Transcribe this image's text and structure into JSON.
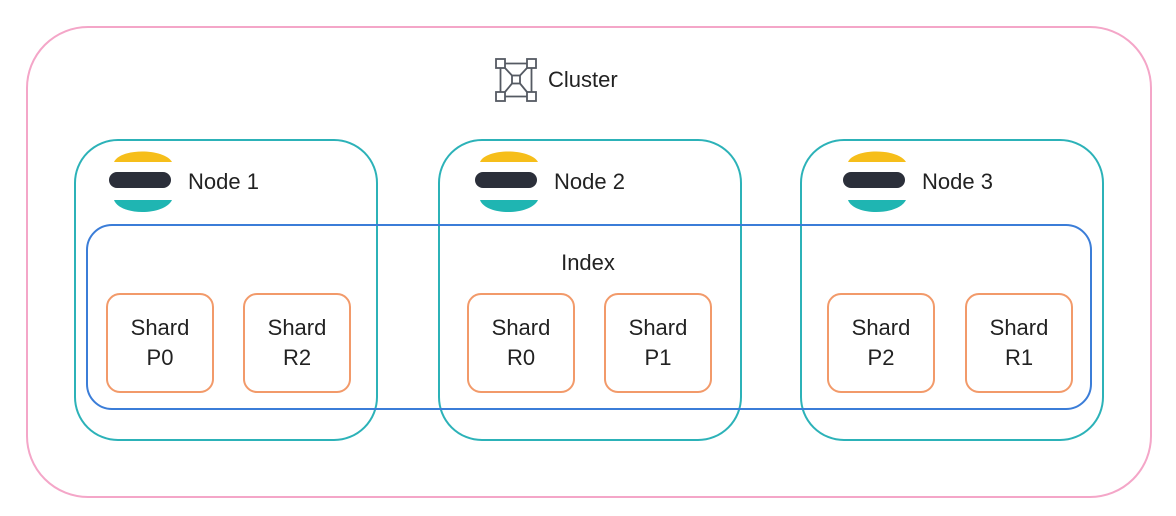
{
  "cluster": {
    "label": "Cluster",
    "icon": "cluster-network-icon",
    "border_color": "#f4a6c8"
  },
  "index": {
    "label": "Index",
    "border_color": "#3b7dd8"
  },
  "nodes": [
    {
      "label": "Node 1",
      "icon": "elastic-node-icon"
    },
    {
      "label": "Node 2",
      "icon": "elastic-node-icon"
    },
    {
      "label": "Node 3",
      "icon": "elastic-node-icon"
    }
  ],
  "shards": [
    {
      "line1": "Shard",
      "line2": "P0"
    },
    {
      "line1": "Shard",
      "line2": "R2"
    },
    {
      "line1": "Shard",
      "line2": "R0"
    },
    {
      "line1": "Shard",
      "line2": "P1"
    },
    {
      "line1": "Shard",
      "line2": "P2"
    },
    {
      "line1": "Shard",
      "line2": "R1"
    }
  ],
  "colors": {
    "node_border": "#2cb2b8",
    "shard_border": "#f29a6a",
    "logo_yellow": "#f6be1a",
    "logo_dark": "#2b2f3a",
    "logo_teal": "#1fb5b2"
  }
}
